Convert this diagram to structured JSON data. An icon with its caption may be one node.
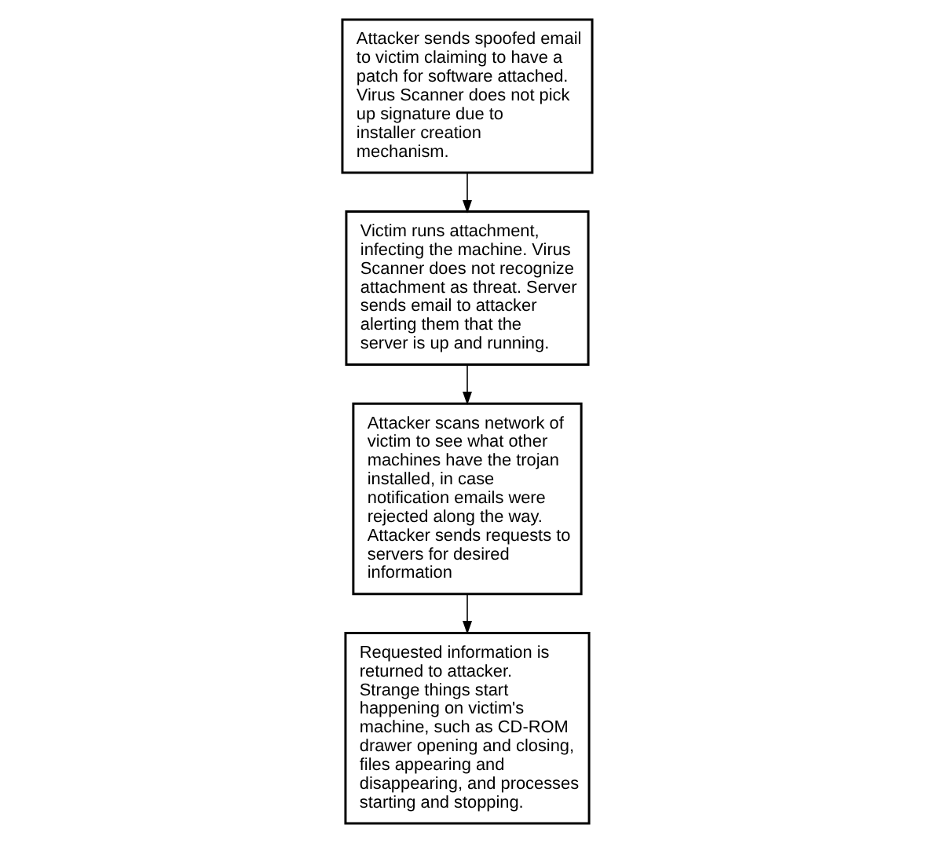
{
  "diagram": {
    "nodes": [
      {
        "text": [
          "Attacker sends spoofed email to victim claiming to have a patch for software attached. Virus Scanner does not pick up signature due to installer creation mechanism."
        ]
      },
      {
        "text": [
          "Victim runs attachment, infecting the machine. Virus Scanner does not recognize attachment as threat. Server sends email to attacker alerting them that the server is up and running."
        ]
      },
      {
        "text": [
          "Attacker scans network of victim to see what other machines have the trojan installed, in case notification emails were rejected along the way. Attacker sends requests to servers for desired information"
        ]
      },
      {
        "text": [
          "Requested information is returned to attacker. Strange things start happening on victim's machine, such as CD-ROM drawer opening and closing, files appearing and disappearing, and processes starting and stopping."
        ]
      }
    ],
    "edges": [
      {
        "from": 0,
        "to": 1,
        "arrow": "to"
      },
      {
        "from": 1,
        "to": 2,
        "arrow": "to"
      },
      {
        "from": 2,
        "to": 3,
        "arrow": "to"
      }
    ]
  }
}
